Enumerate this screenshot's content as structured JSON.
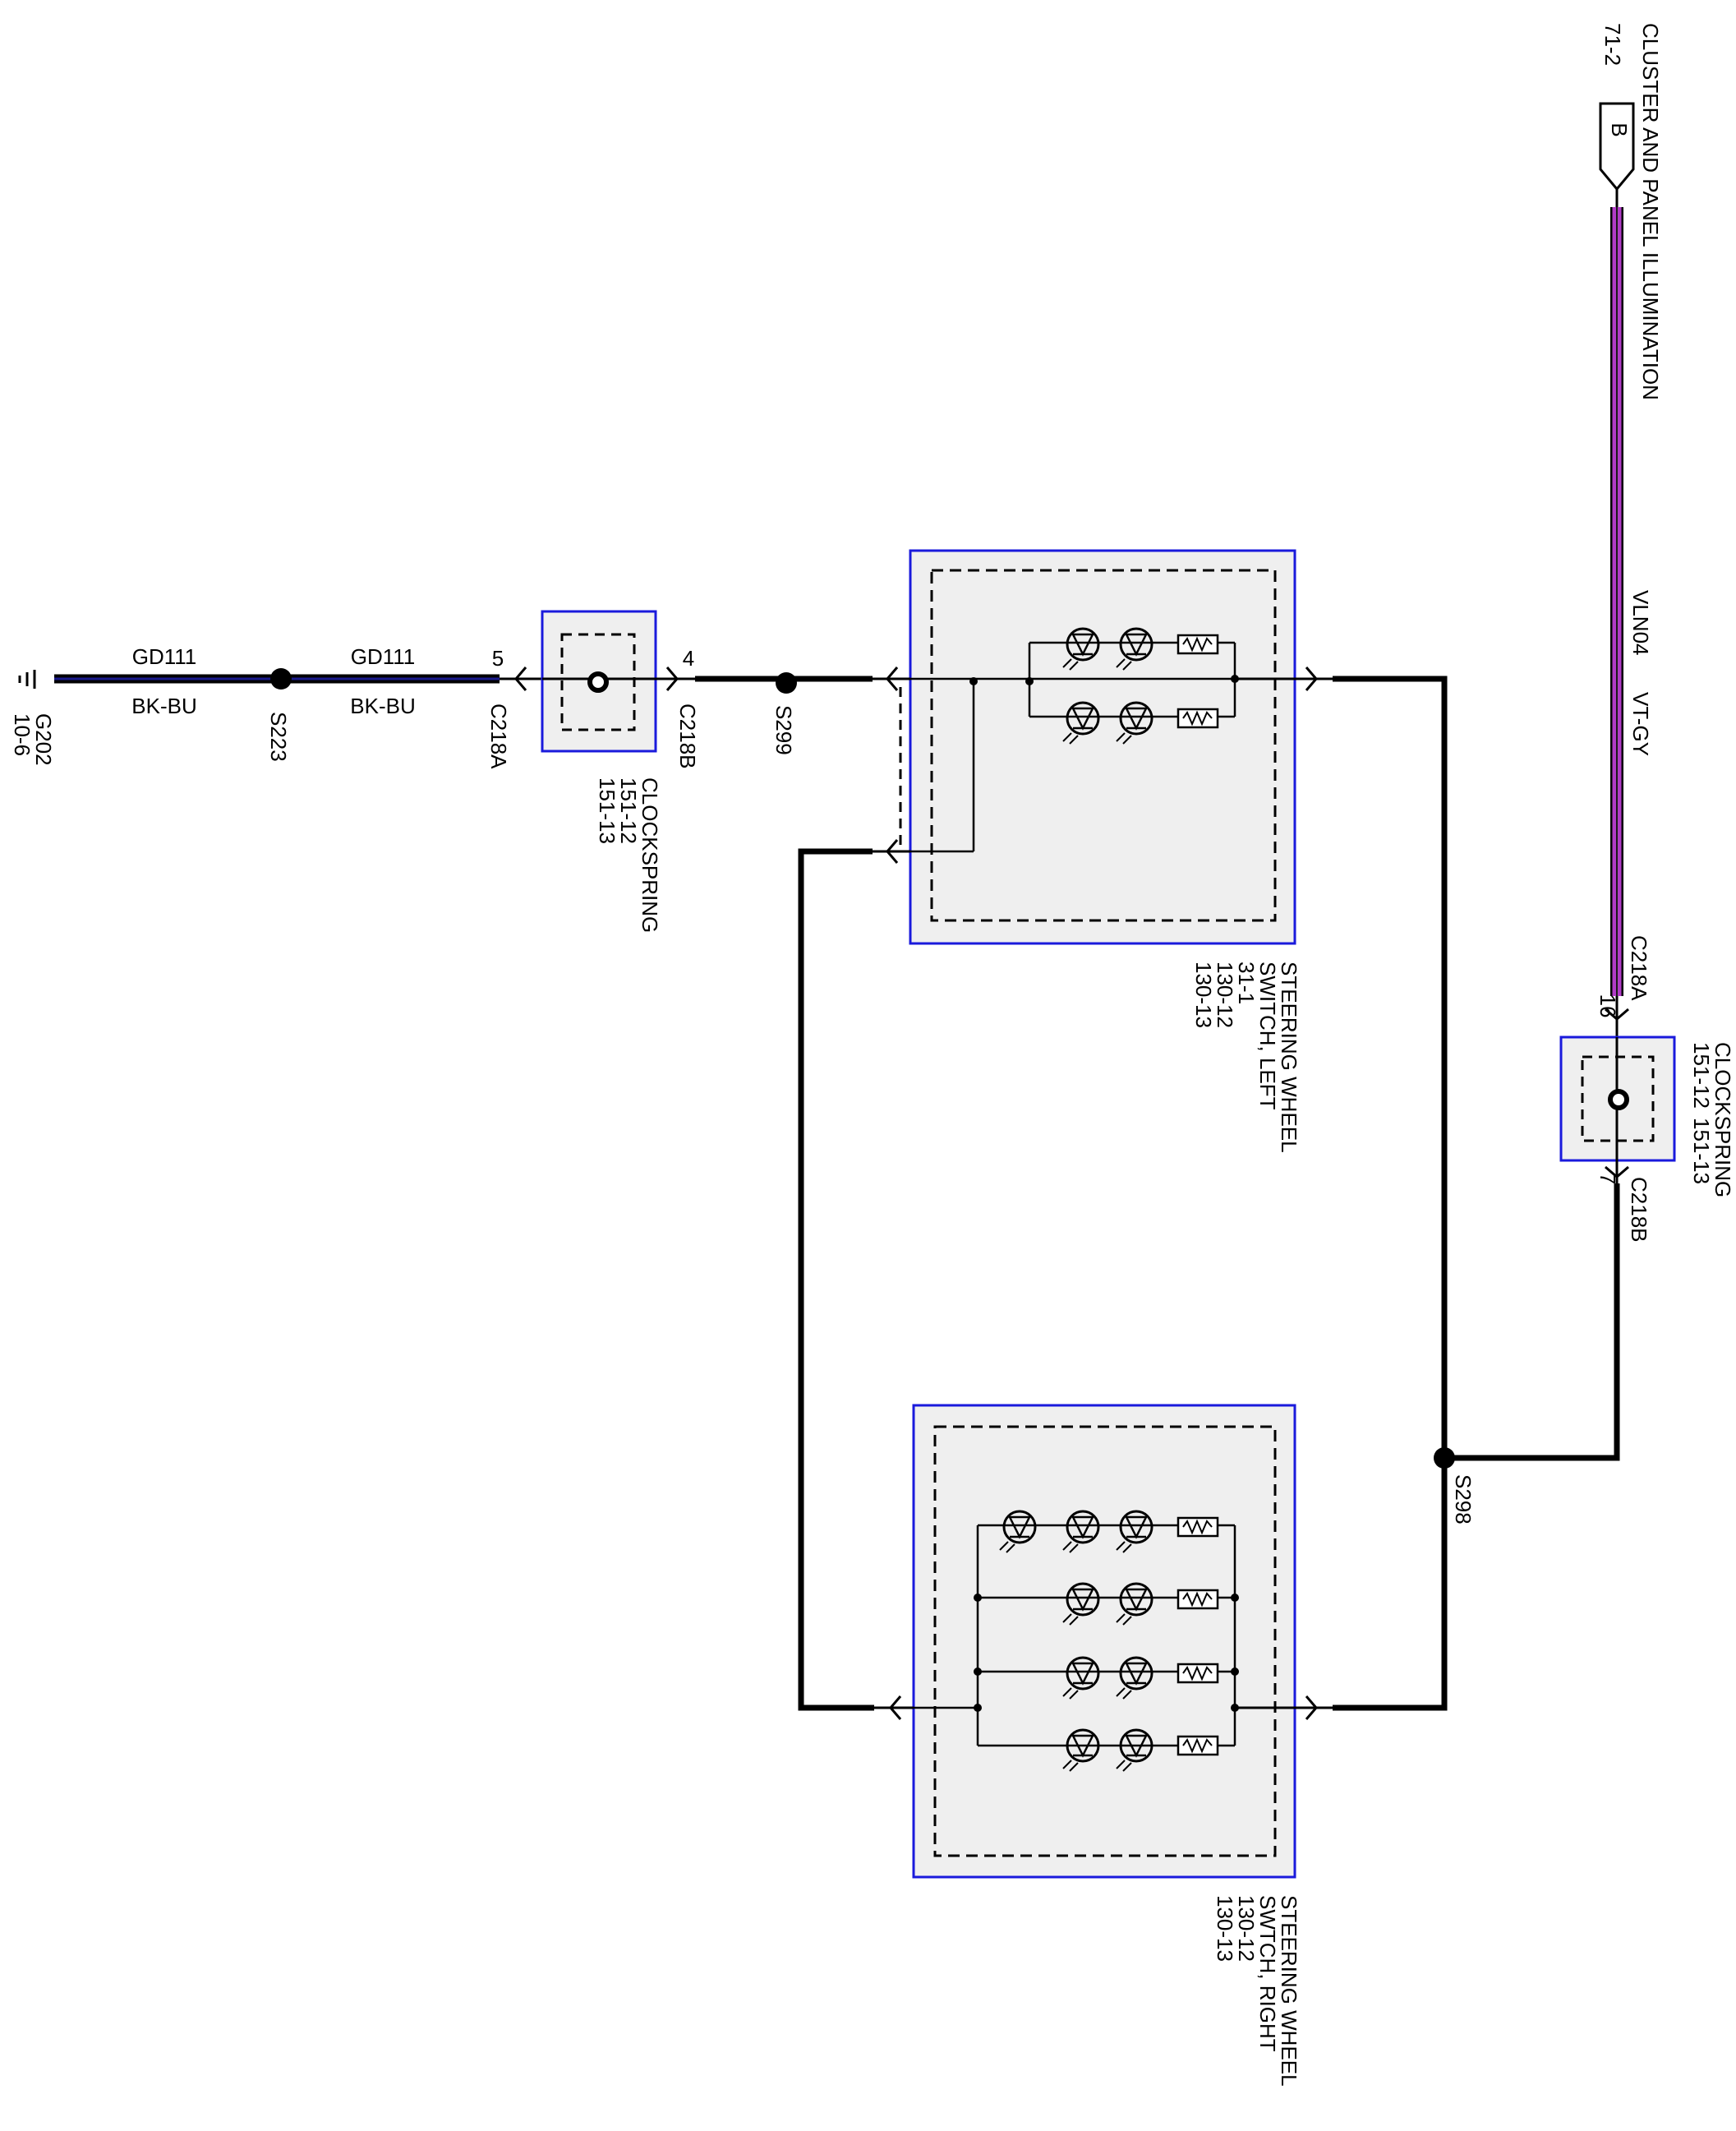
{
  "colors": {
    "component_border": "#1a1adc",
    "component_fill": "#efefef",
    "wire": "#000000",
    "wire_violet": "#b23cc8",
    "wire_blue_core": "#1a1a8c",
    "wire_gray_core": "#8a8a8a"
  },
  "ground": {
    "name": "G202",
    "ref": "10-6"
  },
  "wires": {
    "gd111_a": {
      "circuit": "GD111",
      "color": "BK-BU"
    },
    "gd111_b": {
      "circuit": "GD111",
      "color": "BK-BU"
    },
    "vln04": {
      "circuit": "VLN04",
      "color": "VT-GY"
    }
  },
  "splices": {
    "s223": "S223",
    "s299": "S299",
    "s298": "S298"
  },
  "clockspring_left": {
    "title": "CLOCKSPRING",
    "ref1": "151-12",
    "ref2": "151-13",
    "conn_a": "C218A",
    "pin_a": "5",
    "conn_b": "C218B",
    "pin_b": "4"
  },
  "clockspring_right": {
    "title": "CLOCKSPRING",
    "ref1": "151-12",
    "ref2": "151-13",
    "conn_a": "C218A",
    "pin_a": "16",
    "conn_b": "C218B",
    "pin_b": "7"
  },
  "switch_left": {
    "line1": "STEERING WHEEL",
    "line2": "SWITCH, LEFT",
    "ref1": "31-1",
    "ref2": "130-12",
    "ref3": "130-13"
  },
  "switch_right": {
    "line1": "STEERING WHEEL",
    "line2": "SWTCH, RIGHT",
    "ref1": "130-12",
    "ref2": "130-13"
  },
  "source": {
    "title": "CLUSTER AND PANEL ILLUMINATION",
    "ref": "71-2",
    "tag": "B"
  }
}
